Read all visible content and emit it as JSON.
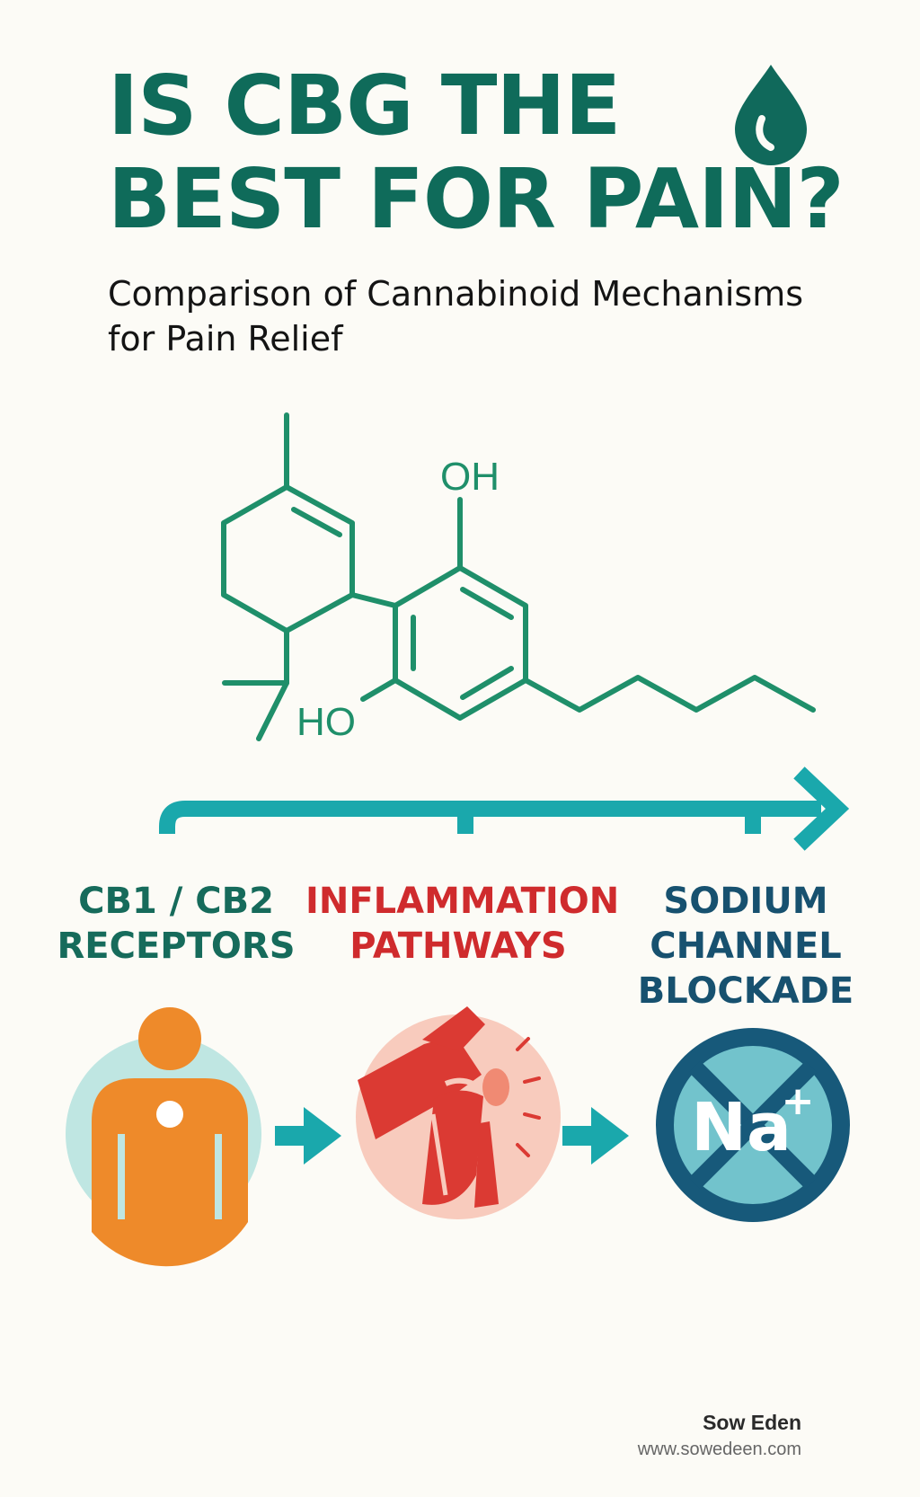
{
  "header": {
    "title_line1": "IS CBG THE",
    "title_line2": "BEST FOR PAIN?",
    "subtitle_line1": "Comparison of Cannabinoid Mechanisms",
    "subtitle_line2": "for Pain Relief"
  },
  "molecule": {
    "label_oh_top": "OH",
    "label_ho_bottom": "HO"
  },
  "mechanisms": [
    {
      "line1": "CB1 / CB2",
      "line2": "RECEPTORS",
      "icon": "person-receptor-icon"
    },
    {
      "line1": "INFLAMMATION",
      "line2": "PATHWAYS",
      "icon": "knee-joint-icon"
    },
    {
      "line1": "SODIUM",
      "line2": "CHANNEL",
      "line3": "BLOCKADE",
      "icon": "sodium-blocked-icon"
    }
  ],
  "sodium_icon": {
    "symbol": "Na",
    "charge": "+"
  },
  "brand": {
    "name": "Sow Eden",
    "url": "www.sowedeen.com"
  },
  "colors": {
    "title": "#0f6b5a",
    "molecule": "#1f8f6a",
    "arrow": "#1aa8ac",
    "cb_label": "#166b5b",
    "inflammation_label": "#cf2b2d",
    "sodium_label": "#17516f",
    "person": "#ee8a2a",
    "person_bg": "#bfe6e2",
    "knee_bg": "#f8cbbd",
    "knee": "#db3a33",
    "sodium_ring": "#17597a",
    "sodium_fill": "#72c3cc"
  }
}
